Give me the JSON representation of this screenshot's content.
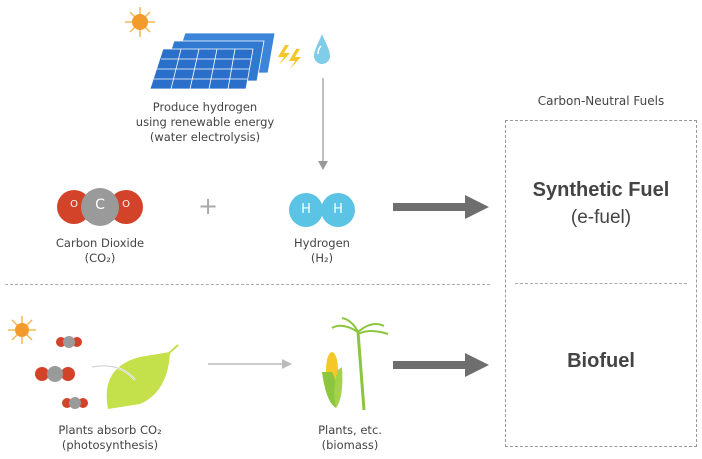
{
  "header": "Carbon-Neutral Fuels",
  "synthetic": {
    "title": "Synthetic Fuel",
    "subtitle": "(e-fuel)"
  },
  "biofuel": {
    "title": "Biofuel"
  },
  "electrolysis": {
    "line1": "Produce hydrogen",
    "line2": "using renewable energy",
    "line3": "(water electrolysis)"
  },
  "co2": {
    "label": "Carbon Dioxide",
    "formula": "(CO₂)",
    "atom_o": "O",
    "atom_c": "C"
  },
  "plus": "+",
  "h2": {
    "label": "Hydrogen",
    "formula": "(H₂)",
    "atom_h": "H"
  },
  "photosynthesis": {
    "line1": "Plants absorb CO₂",
    "line2": "(photosynthesis)"
  },
  "biomass": {
    "line1": "Plants, etc.",
    "line2": "(biomass)"
  },
  "colors": {
    "oxygen": "#d2432a",
    "carbon": "#9a9a9a",
    "hydrogen": "#5bc4e4",
    "panel": "#2a6fc9",
    "sun": "#f39a2c",
    "leaf": "#c4e04a",
    "arrow": "#6e6e6e"
  }
}
